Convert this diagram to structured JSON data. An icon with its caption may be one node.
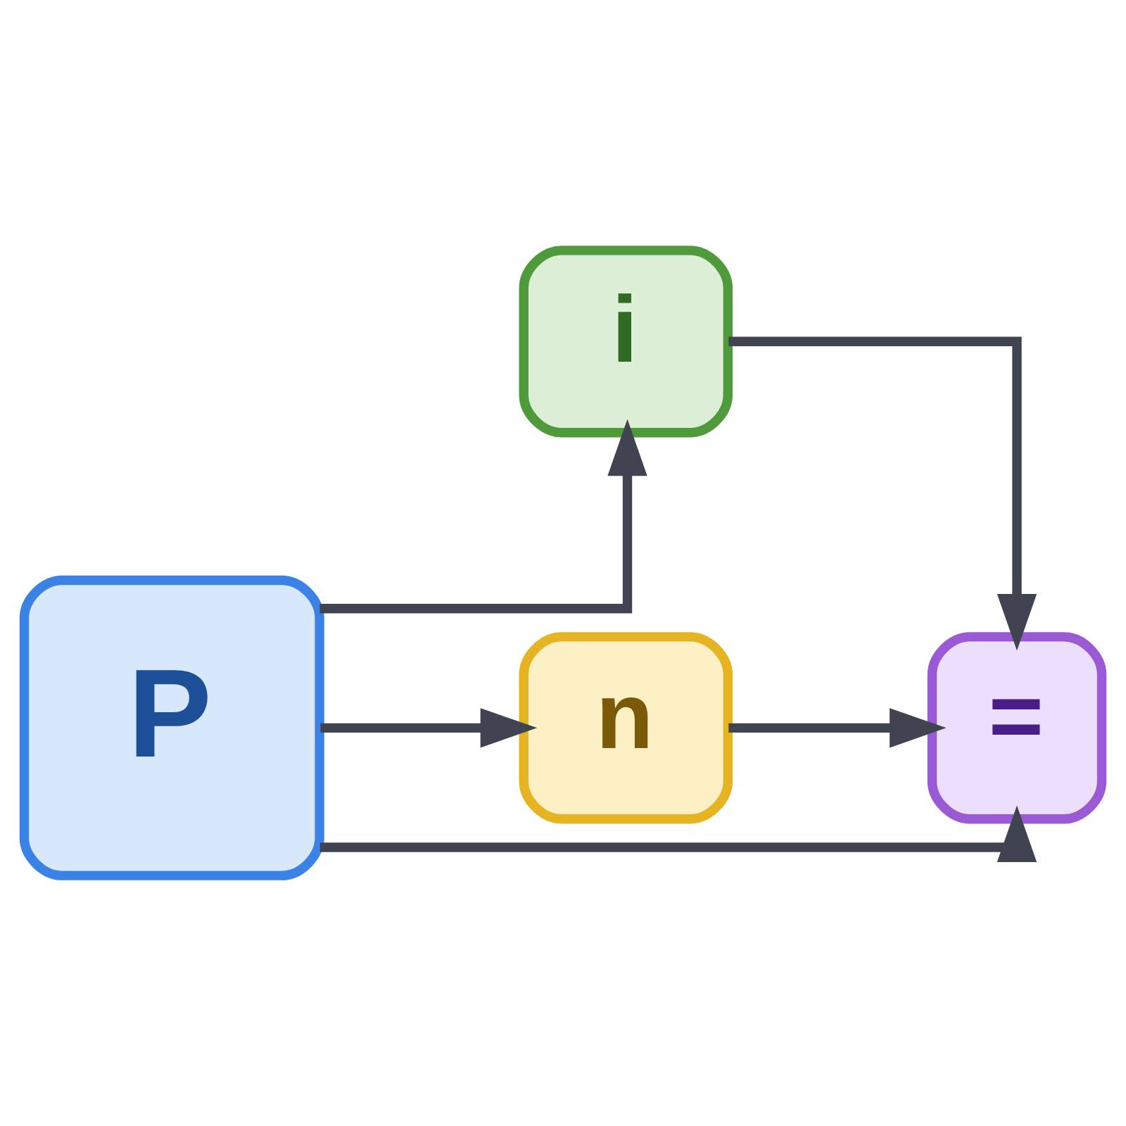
{
  "diagram": {
    "nodes": [
      {
        "text": [
          "P"
        ]
      },
      {
        "text": [
          "i"
        ]
      },
      {
        "text": [
          "n"
        ]
      },
      {
        "text": [
          "="
        ]
      }
    ],
    "edges": [
      {
        "from": 0,
        "to": 1,
        "arrow": "to"
      },
      {
        "from": 0,
        "to": 2,
        "arrow": "to"
      },
      {
        "from": 0,
        "to": 3,
        "arrow": "to"
      },
      {
        "from": 1,
        "to": 3,
        "arrow": "to"
      },
      {
        "from": 2,
        "to": 3,
        "arrow": "to"
      }
    ]
  }
}
